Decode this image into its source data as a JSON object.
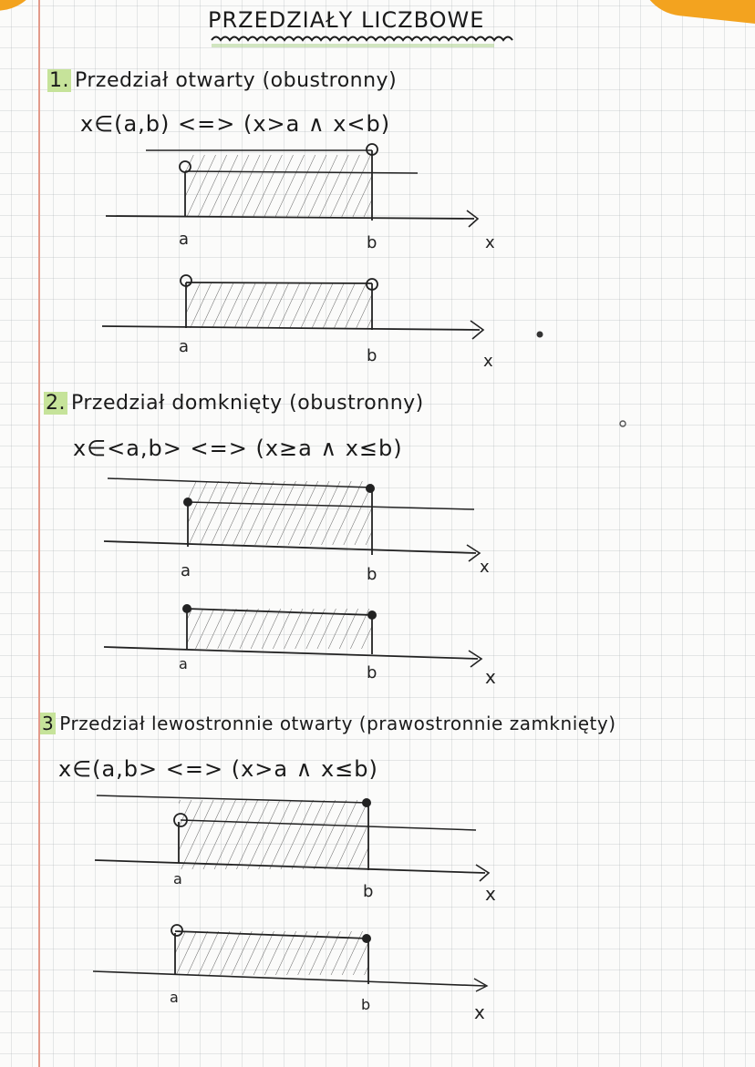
{
  "page": {
    "title": "PRZEDZIAŁY LICZBOWE",
    "colors": {
      "ink": "#1a1a1a",
      "grid": "#b0b5ba",
      "margin_line": "#e39a8a",
      "number_highlight": "#c6e39a",
      "corner_tab": "#f3a31f"
    }
  },
  "sections": [
    {
      "number": "1.",
      "heading": "Przedział otwarty (obustronny)",
      "formula": "x∈(a,b) <=> (x>a ∧ x<b)",
      "left_endpoint": "open",
      "right_endpoint": "open",
      "diagrams": [
        {
          "left_label": "a",
          "right_label": "b",
          "axis_label": "x"
        },
        {
          "left_label": "a",
          "right_label": "b",
          "axis_label": "x"
        }
      ]
    },
    {
      "number": "2.",
      "heading": "Przedział domknięty (obustronny)",
      "formula": "x∈<a,b> <=> (x≥a ∧ x≤b)",
      "left_endpoint": "closed",
      "right_endpoint": "closed",
      "diagrams": [
        {
          "left_label": "a",
          "right_label": "b",
          "axis_label": "x"
        },
        {
          "left_label": "a",
          "right_label": "b",
          "axis_label": "x"
        }
      ]
    },
    {
      "number": "3",
      "heading": "Przedział lewostronnie otwarty (prawostronnie zamknięty)",
      "formula": "x∈(a,b> <=> (x>a ∧ x≤b)",
      "left_endpoint": "open",
      "right_endpoint": "closed",
      "diagrams": [
        {
          "left_label": "a",
          "right_label": "b",
          "axis_label": "x"
        },
        {
          "left_label": "a",
          "right_label": "b",
          "axis_label": "x"
        }
      ]
    }
  ]
}
